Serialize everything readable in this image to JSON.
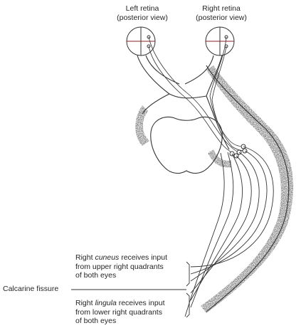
{
  "labels": {
    "left_retina": [
      "Left retina",
      "(posterior view)"
    ],
    "right_retina": [
      "Right retina",
      "(posterior view)"
    ],
    "cuneus": {
      "prefix": "Right ",
      "emphasis": "cuneus",
      "suffix": " receives input",
      "line2": "from upper right quadrants",
      "line3": "of both eyes"
    },
    "calcarine": "Calcarine fissure",
    "lingula": {
      "prefix": "Right ",
      "emphasis": "lingula",
      "suffix": " receives input",
      "line2": "from lower right quadrants",
      "line3": "of both eyes"
    }
  }
}
